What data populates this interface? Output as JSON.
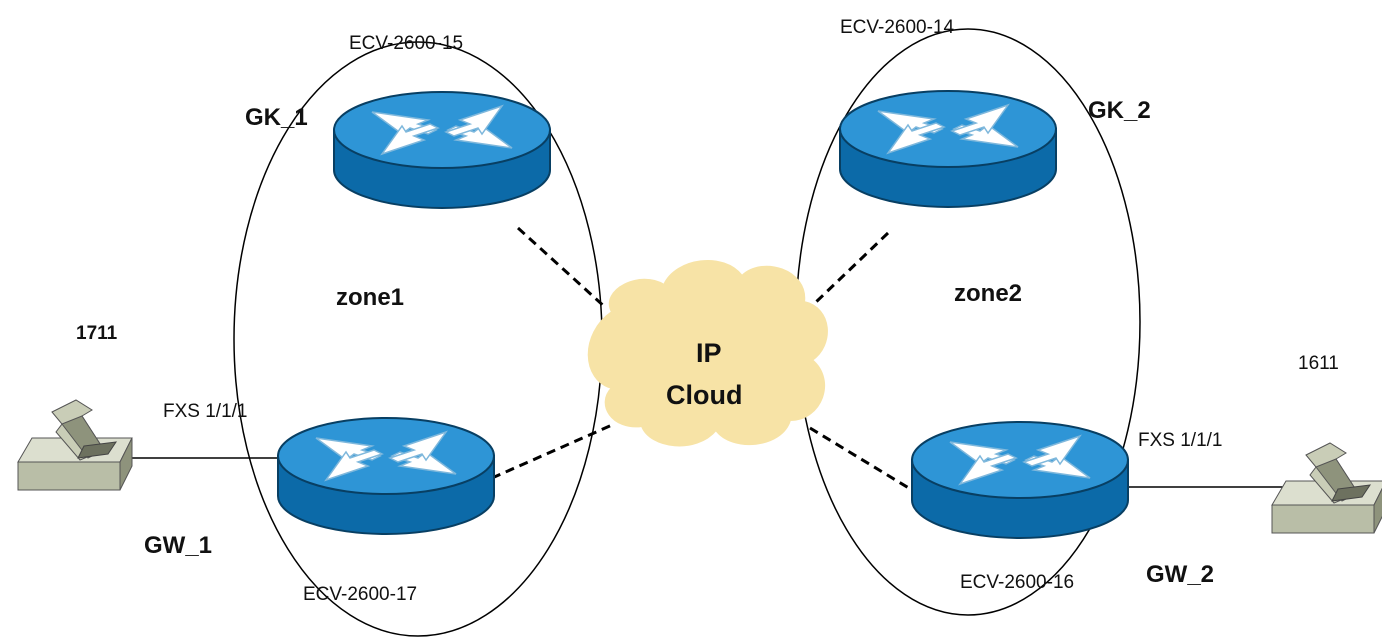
{
  "nodes": {
    "gk1": {
      "name": "GK_1",
      "hostname": "ECV-2600-15"
    },
    "gk2": {
      "name": "GK_2",
      "hostname": "ECV-2600-14"
    },
    "gw1": {
      "name": "GW_1",
      "hostname": "ECV-2600-17",
      "port": "FXS 1/1/1"
    },
    "gw2": {
      "name": "GW_2",
      "hostname": "ECV-2600-16",
      "port": "FXS 1/1/1"
    }
  },
  "zones": {
    "zone1": "zone1",
    "zone2": "zone2"
  },
  "cloud": {
    "line1": "IP",
    "line2": "Cloud"
  },
  "phones": {
    "left": "1711",
    "right": "1611"
  },
  "colors": {
    "router_top": "#2e95d6",
    "router_side": "#0c6aa8",
    "cloud_fill": "#f7e3a6",
    "phone_body": "#b9bea7",
    "line": "#000000"
  }
}
